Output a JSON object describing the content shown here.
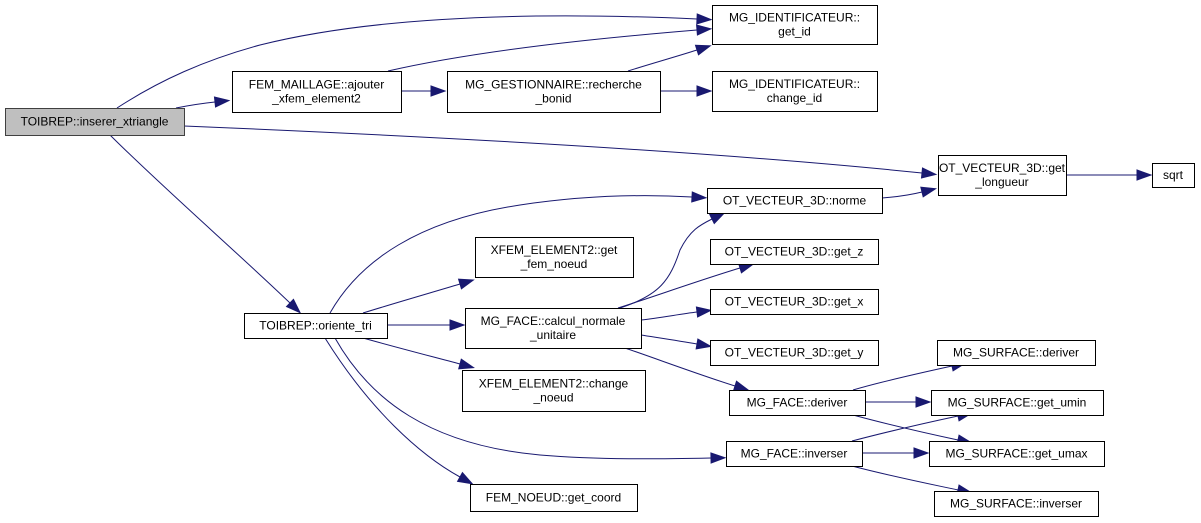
{
  "title": "Call graph of TOIBREP::inserer_xtriangle",
  "colors": {
    "edge": "#191970",
    "root_fill": "#bfbfbf",
    "node_fill": "#ffffff",
    "border": "#000000"
  },
  "nodes": [
    {
      "id": "inserer",
      "lines": [
        "TOIBREP::inserer_xtriangle"
      ],
      "root": true
    },
    {
      "id": "ajouter",
      "lines": [
        "FEM_MAILLAGE::ajouter",
        "_xfem_element2"
      ]
    },
    {
      "id": "get_id",
      "lines": [
        "MG_IDENTIFICATEUR::",
        "get_id"
      ]
    },
    {
      "id": "recherche",
      "lines": [
        "MG_GESTIONNAIRE::recherche",
        "_bonid"
      ]
    },
    {
      "id": "change_id",
      "lines": [
        "MG_IDENTIFICATEUR::",
        "change_id"
      ]
    },
    {
      "id": "get_longueur",
      "lines": [
        "OT_VECTEUR_3D::get",
        "_longueur"
      ]
    },
    {
      "id": "sqrt",
      "lines": [
        "sqrt"
      ]
    },
    {
      "id": "oriente",
      "lines": [
        "TOIBREP::oriente_tri"
      ]
    },
    {
      "id": "norme",
      "lines": [
        "OT_VECTEUR_3D::norme"
      ]
    },
    {
      "id": "get_fem_noeud",
      "lines": [
        "XFEM_ELEMENT2::get",
        "_fem_noeud"
      ]
    },
    {
      "id": "get_z",
      "lines": [
        "OT_VECTEUR_3D::get_z"
      ]
    },
    {
      "id": "calcul",
      "lines": [
        "MG_FACE::calcul_normale",
        "_unitaire"
      ]
    },
    {
      "id": "get_x",
      "lines": [
        "OT_VECTEUR_3D::get_x"
      ]
    },
    {
      "id": "get_y",
      "lines": [
        "OT_VECTEUR_3D::get_y"
      ]
    },
    {
      "id": "change_noeud",
      "lines": [
        "XFEM_ELEMENT2::change",
        "_noeud"
      ]
    },
    {
      "id": "face_deriver",
      "lines": [
        "MG_FACE::deriver"
      ]
    },
    {
      "id": "surf_deriver",
      "lines": [
        "MG_SURFACE::deriver"
      ]
    },
    {
      "id": "get_umin",
      "lines": [
        "MG_SURFACE::get_umin"
      ]
    },
    {
      "id": "face_inverser",
      "lines": [
        "MG_FACE::inverser"
      ]
    },
    {
      "id": "get_umax",
      "lines": [
        "MG_SURFACE::get_umax"
      ]
    },
    {
      "id": "surf_inverser",
      "lines": [
        "MG_SURFACE::inverser"
      ]
    },
    {
      "id": "get_coord",
      "lines": [
        "FEM_NOEUD::get_coord"
      ]
    }
  ],
  "edges": [
    {
      "from": "inserer",
      "to": "ajouter"
    },
    {
      "from": "inserer",
      "to": "get_id"
    },
    {
      "from": "inserer",
      "to": "get_longueur"
    },
    {
      "from": "inserer",
      "to": "oriente"
    },
    {
      "from": "ajouter",
      "to": "get_id"
    },
    {
      "from": "ajouter",
      "to": "recherche"
    },
    {
      "from": "recherche",
      "to": "get_id"
    },
    {
      "from": "recherche",
      "to": "change_id"
    },
    {
      "from": "get_longueur",
      "to": "sqrt"
    },
    {
      "from": "norme",
      "to": "get_longueur"
    },
    {
      "from": "oriente",
      "to": "norme"
    },
    {
      "from": "oriente",
      "to": "get_fem_noeud"
    },
    {
      "from": "oriente",
      "to": "calcul"
    },
    {
      "from": "oriente",
      "to": "change_noeud"
    },
    {
      "from": "oriente",
      "to": "face_inverser"
    },
    {
      "from": "oriente",
      "to": "get_coord"
    },
    {
      "from": "calcul",
      "to": "norme"
    },
    {
      "from": "calcul",
      "to": "get_z"
    },
    {
      "from": "calcul",
      "to": "get_x"
    },
    {
      "from": "calcul",
      "to": "get_y"
    },
    {
      "from": "calcul",
      "to": "face_deriver"
    },
    {
      "from": "face_deriver",
      "to": "surf_deriver"
    },
    {
      "from": "face_deriver",
      "to": "get_umin"
    },
    {
      "from": "face_deriver",
      "to": "get_umax"
    },
    {
      "from": "face_inverser",
      "to": "get_umin"
    },
    {
      "from": "face_inverser",
      "to": "get_umax"
    },
    {
      "from": "face_inverser",
      "to": "surf_inverser"
    }
  ]
}
